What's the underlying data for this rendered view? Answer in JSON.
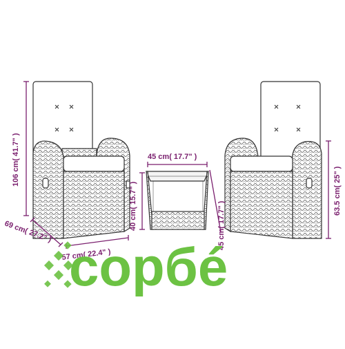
{
  "diagram": {
    "dimensions": {
      "chair_height": "106 cm( 41.7\" )",
      "chair_depth": "69 cm( 27.2\" )",
      "chair_width": "57 cm( 22.4\" )",
      "table_width": "45 cm( 17.7\" )",
      "table_height": "40 cm( 15.7\" )",
      "table_depth": "45 cm( 17.7\" )",
      "chair_seat_height": "63.5 cm( 25\" )"
    }
  },
  "watermark": {
    "brand": "сорбé",
    "color": "#6cc243"
  },
  "colors": {
    "dimension_lines": "#7a1f6e",
    "outline": "#333333"
  }
}
